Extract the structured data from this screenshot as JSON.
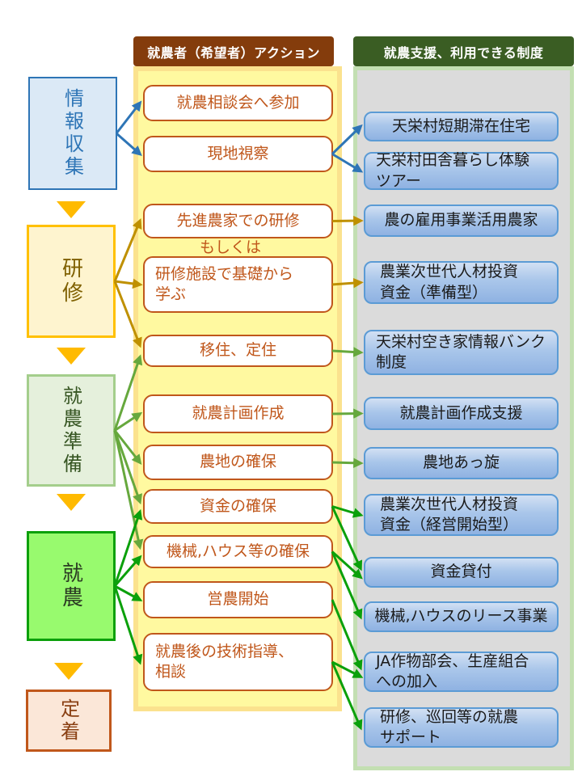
{
  "headers": {
    "actions": "就農者（希望者）アクション",
    "support": "就農支援、利用できる制度"
  },
  "stages": [
    {
      "id": "s1",
      "label": "情報収集"
    },
    {
      "id": "s2",
      "label": "研修"
    },
    {
      "id": "s3",
      "label": "就農準備"
    },
    {
      "id": "s4",
      "label": "就農"
    },
    {
      "id": "s5",
      "label": "定着"
    }
  ],
  "or_label": "もしくは",
  "actions": [
    {
      "id": "a1",
      "label": "就農相談会へ参加"
    },
    {
      "id": "a2",
      "label": "現地視察"
    },
    {
      "id": "a3",
      "label": "先進農家での研修"
    },
    {
      "id": "a4",
      "label": "研修施設で基礎から\n学ぶ"
    },
    {
      "id": "a5",
      "label": "移住、定住"
    },
    {
      "id": "a6",
      "label": "就農計画作成"
    },
    {
      "id": "a7",
      "label": "農地の確保"
    },
    {
      "id": "a8",
      "label": "資金の確保"
    },
    {
      "id": "a9",
      "label": "機械,ハウス等の確保"
    },
    {
      "id": "a10",
      "label": "営農開始"
    },
    {
      "id": "a11",
      "label": "就農後の技術指導、\n相談"
    }
  ],
  "supports": [
    {
      "id": "b1",
      "label": "天栄村短期滞在住宅"
    },
    {
      "id": "b2",
      "label": "天栄村田舎暮らし体験\nツアー"
    },
    {
      "id": "b3",
      "label": "農の雇用事業活用農家"
    },
    {
      "id": "b4",
      "label": "農業次世代人材投資\n資金（準備型）"
    },
    {
      "id": "b5",
      "label": "天栄村空き家情報バンク\n制度"
    },
    {
      "id": "b6",
      "label": "就農計画作成支援"
    },
    {
      "id": "b7",
      "label": "農地あっ旋"
    },
    {
      "id": "b8",
      "label": "農業次世代人材投資\n資金（経営開始型）"
    },
    {
      "id": "b9",
      "label": "資金貸付"
    },
    {
      "id": "b10",
      "label": "機械,ハウスのリース事業"
    },
    {
      "id": "b11",
      "label": "JA作物部会、生産組合\nへの加入"
    },
    {
      "id": "b12",
      "label": "研修、巡回等の就農\nサポート"
    }
  ],
  "colors": {
    "blue": "#2E75B6",
    "gold": "#BF9000",
    "lightgreen": "#66A83D",
    "green": "#0BA00B",
    "stage_arrow": "#FFBA00",
    "action_border": "#C0571B",
    "support_border": "#5B9BD5",
    "header_actions_bg": "#843C0C",
    "header_support_bg": "#3A5D23"
  },
  "arrows": [
    {
      "from": "s1",
      "to": "a1",
      "color": "blue"
    },
    {
      "from": "s1",
      "to": "a2",
      "color": "blue"
    },
    {
      "from": "a2",
      "to": "b1",
      "color": "blue"
    },
    {
      "from": "a2",
      "to": "b2",
      "color": "blue"
    },
    {
      "from": "s2",
      "to": "a3",
      "color": "gold"
    },
    {
      "from": "s2",
      "to": "a4",
      "color": "gold"
    },
    {
      "from": "s2",
      "to": "a5",
      "color": "gold",
      "edy": -7
    },
    {
      "from": "a3",
      "to": "b3",
      "color": "gold"
    },
    {
      "from": "a4",
      "to": "b4",
      "color": "gold"
    },
    {
      "from": "s3",
      "to": "a5",
      "color": "lightgreen",
      "edy": 8
    },
    {
      "from": "s3",
      "to": "a6",
      "color": "lightgreen"
    },
    {
      "from": "s3",
      "to": "a7",
      "color": "lightgreen"
    },
    {
      "from": "s3",
      "to": "a8",
      "color": "lightgreen",
      "edy": -6
    },
    {
      "from": "s3",
      "to": "a9",
      "color": "lightgreen",
      "edy": -6
    },
    {
      "from": "a5",
      "to": "b5",
      "color": "lightgreen"
    },
    {
      "from": "a6",
      "to": "b6",
      "color": "lightgreen"
    },
    {
      "from": "a7",
      "to": "b7",
      "color": "lightgreen"
    },
    {
      "from": "s4",
      "to": "a8",
      "color": "green",
      "edy": 7
    },
    {
      "from": "s4",
      "to": "a9",
      "color": "green",
      "edy": 7
    },
    {
      "from": "s4",
      "to": "a10",
      "color": "green"
    },
    {
      "from": "s4",
      "to": "a11",
      "color": "green"
    },
    {
      "from": "a8",
      "to": "b8",
      "color": "green"
    },
    {
      "from": "a8",
      "to": "b9",
      "color": "green",
      "edy": -5
    },
    {
      "from": "a9",
      "to": "b9",
      "color": "green",
      "edy": 6
    },
    {
      "from": "a9",
      "to": "b10",
      "color": "green"
    },
    {
      "from": "a10",
      "to": "b11",
      "color": "green",
      "edy": -5
    },
    {
      "from": "a11",
      "to": "b11",
      "color": "green",
      "edy": 6
    },
    {
      "from": "a11",
      "to": "b12",
      "color": "green"
    }
  ]
}
